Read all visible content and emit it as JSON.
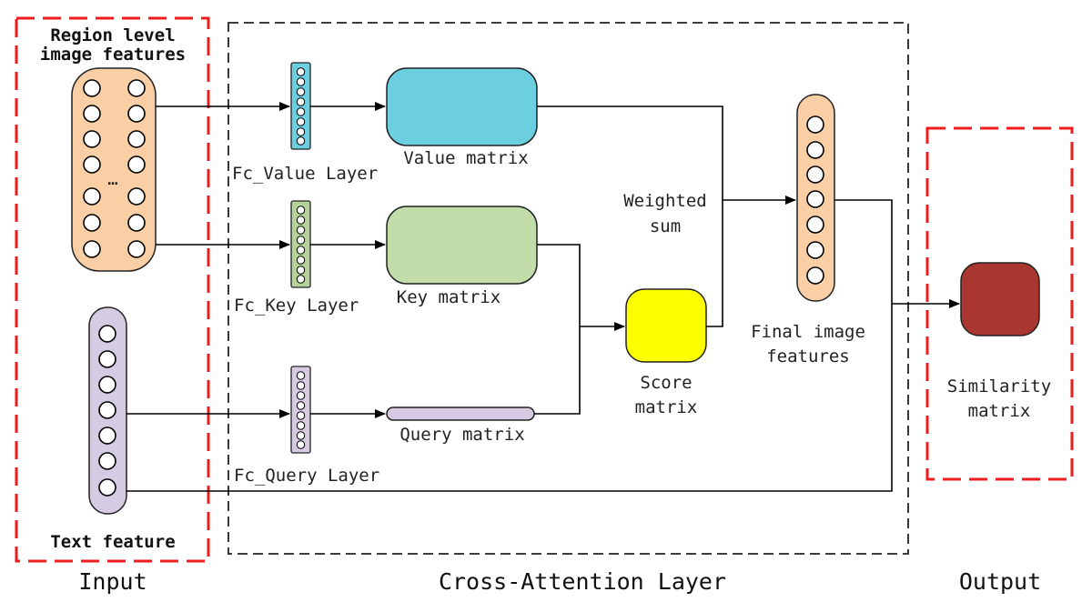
{
  "input": {
    "title": "Input",
    "region_label_line1": "Region level",
    "region_label_line2": "image features",
    "region_ellipsis": "…",
    "text_label": "Text feature"
  },
  "cross_attention": {
    "title": "Cross-Attention Layer",
    "fc_value_label": "Fc_Value Layer",
    "fc_key_label": "Fc_Key Layer",
    "fc_query_label": "Fc_Query Layer",
    "value_matrix_label": "Value matrix",
    "key_matrix_label": "Key matrix",
    "query_matrix_label": "Query matrix",
    "score_label_line1": "Score",
    "score_label_line2": "matrix",
    "weighted_label_line1": "Weighted",
    "weighted_label_line2": "sum",
    "final_label_line1": "Final image",
    "final_label_line2": "features"
  },
  "output": {
    "title": "Output",
    "similarity_label_line1": "Similarity",
    "similarity_label_line2": "matrix"
  },
  "colors": {
    "region_features": "#fbcfa5",
    "text_feature": "#d5cbe2",
    "fc_value": "#6ccfe0",
    "fc_key": "#b3d398",
    "fc_query": "#d6cbe2",
    "value_matrix": "#6ccfe0",
    "key_matrix": "#c2dcaa",
    "query_matrix": "#d6cbe2",
    "score_matrix": "#ffff00",
    "final_features": "#fbcfa5",
    "similarity_matrix": "#a9362f",
    "red_dash": "#ee1c1c"
  }
}
